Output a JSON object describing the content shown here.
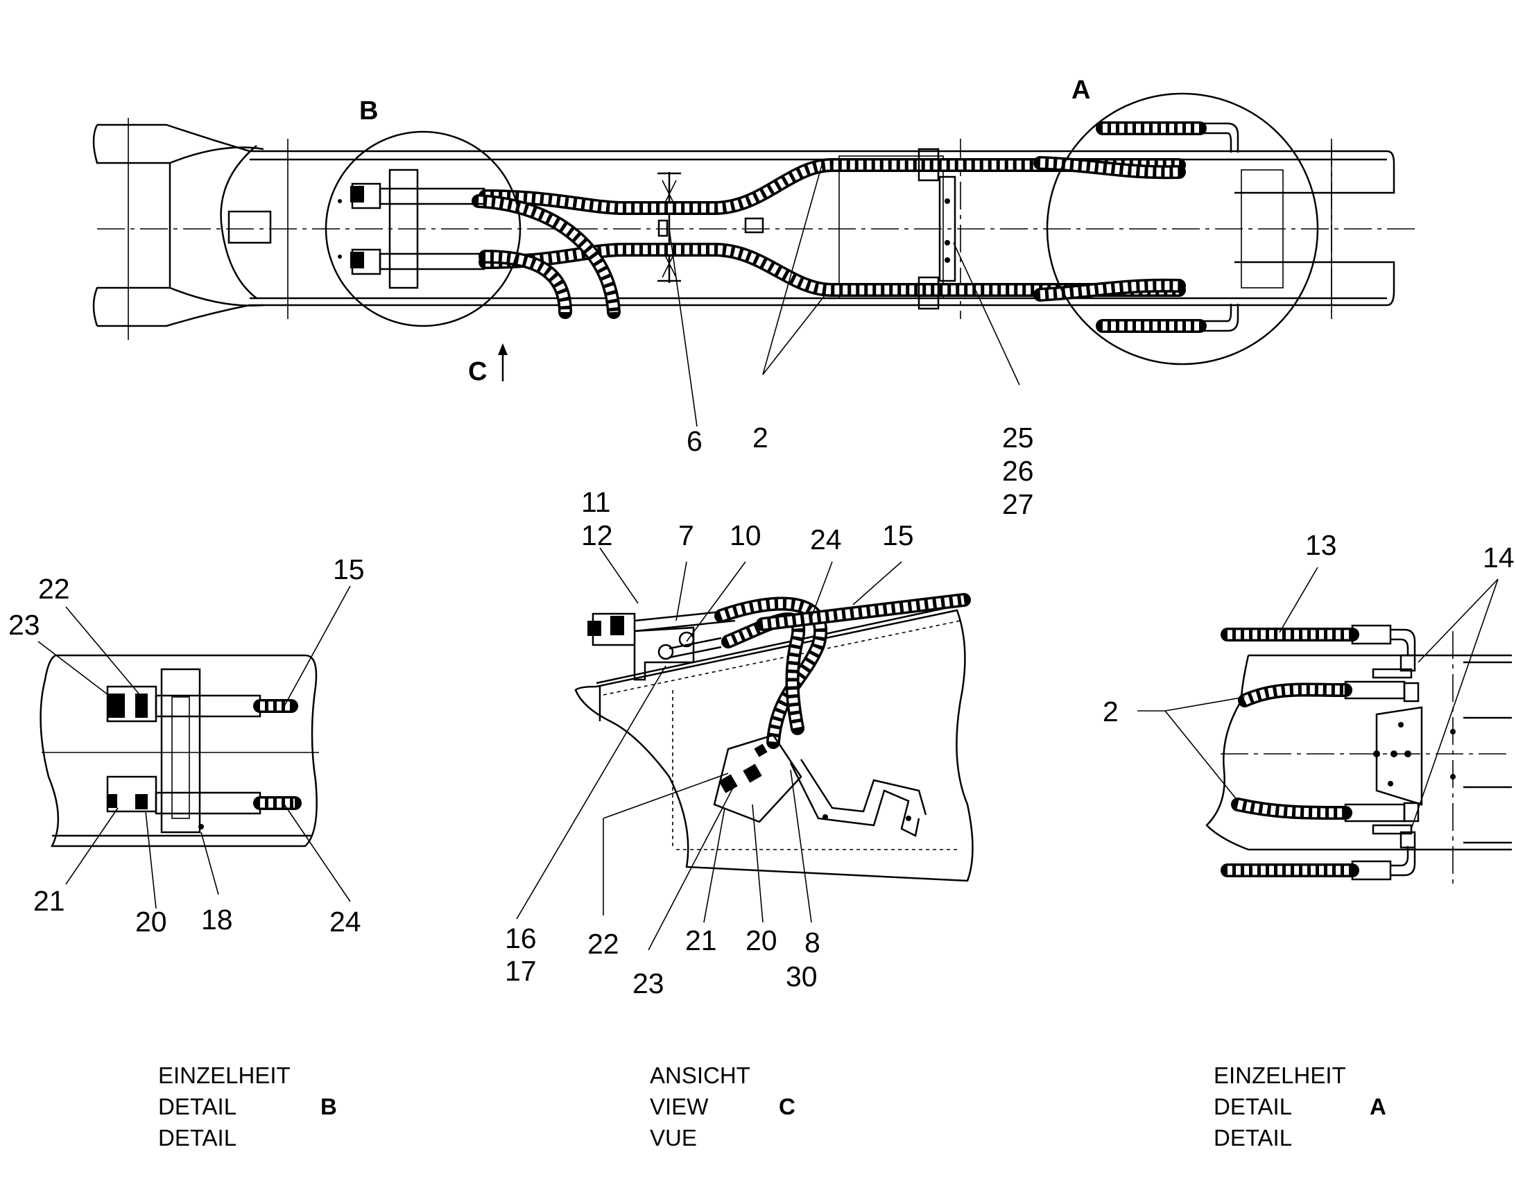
{
  "main_view": {
    "detail_markers": {
      "a": "A",
      "b": "B"
    },
    "view_marker": "C",
    "callouts": {
      "c6": "6",
      "c2": "2",
      "c25": "25",
      "c26": "26",
      "c27": "27"
    }
  },
  "detail_b": {
    "callouts": {
      "c22": "22",
      "c23": "23",
      "c15": "15",
      "c21": "21",
      "c20": "20",
      "c18": "18",
      "c24": "24"
    },
    "caption": {
      "line1": "EINZELHEIT",
      "line2": "DETAIL",
      "line3": "DETAIL",
      "letter": "B"
    }
  },
  "view_c": {
    "callouts": {
      "c11": "11",
      "c12": "12",
      "c7": "7",
      "c10": "10",
      "c24": "24",
      "c15": "15",
      "c16": "16",
      "c17": "17",
      "c22": "22",
      "c23": "23",
      "c21": "21",
      "c20": "20",
      "c8": "8",
      "c30": "30"
    },
    "caption": {
      "line1": "ANSICHT",
      "line2": "VIEW",
      "line3": "VUE",
      "letter": "C"
    }
  },
  "detail_a": {
    "callouts": {
      "c13": "13",
      "c14": "14",
      "c2": "2"
    },
    "caption": {
      "line1": "EINZELHEIT",
      "line2": "DETAIL",
      "line3": "DETAIL",
      "letter": "A"
    }
  }
}
